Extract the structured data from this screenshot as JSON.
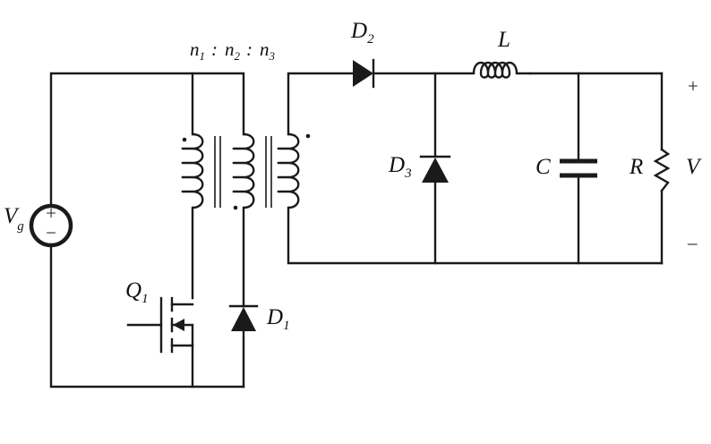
{
  "labels": {
    "turns_ratio": {
      "n1": "n",
      "s1": "1",
      "n2": "n",
      "s2": "2",
      "n3": "n",
      "s3": "3",
      "sep": ":"
    },
    "source": {
      "main": "V",
      "sub": "g"
    },
    "source_signs": {
      "plus": "+",
      "minus": "−"
    },
    "switch": {
      "main": "Q",
      "sub": "1"
    },
    "diode1": {
      "main": "D",
      "sub": "1"
    },
    "diode2": {
      "main": "D",
      "sub": "2"
    },
    "diode3": {
      "main": "D",
      "sub": "3"
    },
    "inductor": "L",
    "capacitor": "C",
    "resistor": "R",
    "output": {
      "voltage": "V",
      "plus": "+",
      "minus": "–"
    }
  },
  "colors": {
    "wire": "#1a1a1a",
    "background": "#ffffff"
  }
}
